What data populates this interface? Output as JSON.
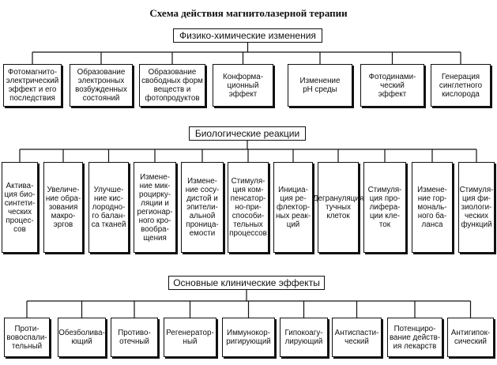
{
  "title": "Схема действия магнитолазерной терапии",
  "level1": {
    "header": "Физико-химические изменения",
    "items": [
      "Фотомагнито-\nэлектрический\nэффект и его\nпоследствия",
      "Образование\nэлектронных\nвозбужденных\nсостояний",
      "Образование\nсвободных форм\nвеществ и\nфотопродуктов",
      "Конформа-\nционный\nэффект",
      "Изменение\npH среды",
      "Фотодинами-\nческий\nэффект",
      "Генерация\nсинглетного\nкислорода"
    ]
  },
  "level2": {
    "header": "Биологические реакции",
    "items": [
      "Актива-\nция био-\nсинтети-\nческих\nпроцес-\nсов",
      "Увеличе-\nние обра-\nзования\nмакро-\nэргов",
      "Улучше-\nние кис-\nлородно-\nго балан-\nса тканей",
      "Измене-\nние мик-\nроцирку-\nляции и\nрегионар-\nного кро-\nвообра-\nщения",
      "Измене-\nние сосу-\nдистой и\nэпители-\nальной\nпроница-\nемости",
      "Стимуля-\nция ком-\nпенсатор-\nно-при-\nспособи-\nтельных\nпроцессов",
      "Инициа-\nция ре-\nфлектор-\nных реак-\nций",
      "Дегрануляция\nтучных\nклеток",
      "Стимуля-\nция про-\nлифера-\nции кле-\nток",
      "Измене-\nние гор-\nмональ-\nного ба-\nланса",
      "Стимуля-\nция фи-\nзиологи-\nческих\nфункций"
    ]
  },
  "level3": {
    "header": "Основные клинические эффекты",
    "items": [
      "Проти-\nвовоспали-\nтельный",
      "Обезболива-\nющий",
      "Противо-\nотечный",
      "Регенератор-\nный",
      "Иммунокор-\nригирующий",
      "Гипокоагу-\nлирующий",
      "Антиспасти-\nческий",
      "Потенциро-\nвание действ-\nия лекарств",
      "Антигипок-\nсический"
    ]
  }
}
